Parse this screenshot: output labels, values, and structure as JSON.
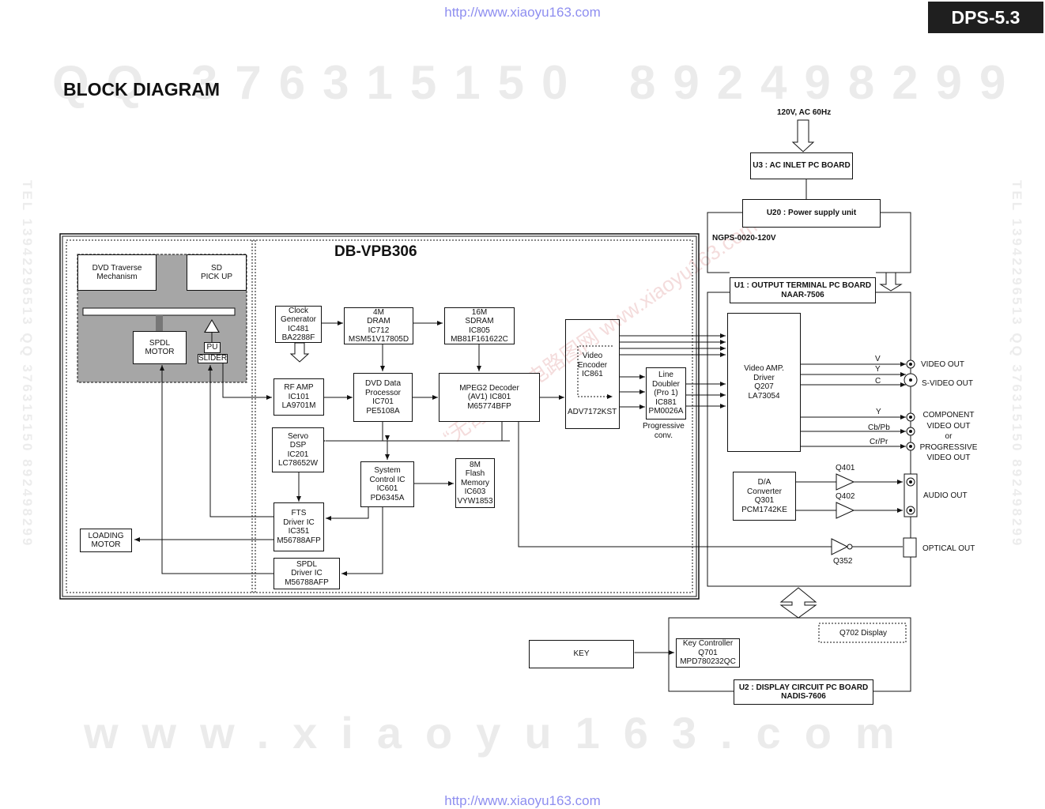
{
  "header": {
    "url_top": "http://www.xiaoyu163.com",
    "url_bottom": "http://www.xiaoyu163.com",
    "model_badge": "DPS-5.3",
    "title": "BLOCK DIAGRAM"
  },
  "watermarks": {
    "qq": "QQ 376315150",
    "num": "892498299",
    "site": "www.xiaoyu163.com",
    "tel_left": "TEL 13942296513 QQ 376315150 892498299",
    "tel_right": "TEL 13942296513 QQ 376315150 892498299",
    "diag": "“无奇不有” 电路图网  www.xiaoyu163.com"
  },
  "diagram": {
    "main_board": "DB-VPB306",
    "power_in": "120V, AC 60Hz",
    "u3": "U3 : AC INLET PC BOARD",
    "u20": "U20 : Power supply unit",
    "ngps": "NGPS-0020-120V",
    "u1": "U1 : OUTPUT TERMINAL PC BOARD\nNAAR-7506",
    "u2": "U2 : DISPLAY CIRCUIT PC BOARD\nNADIS-7606",
    "dvd_traverse": "DVD Traverse\nMechanism",
    "sd_pickup": "SD\nPICK UP",
    "spdl_motor": "SPDL\nMOTOR",
    "pu": "PU",
    "slider": "SLIDER",
    "clock": "Clock\nGenerator\nIC481\nBA2288F",
    "dram": "4M\nDRAM\nIC712\nMSM51V17805D",
    "sdram": "16M\nSDRAM\nIC805\nMB81F161622C",
    "rf_amp": "RF AMP\nIC101\nLA9701M",
    "dvd_data": "DVD Data\nProcessor\nIC701\nPE5108A",
    "mpeg2": "MPEG2 Decoder\n(AV1)  IC801\nM65774BFP",
    "video_enc": "Video\nEncoder\nIC861",
    "adv": "ADV7172KST",
    "line_doubler": "Line\nDoubler\n(Pro 1)\nIC881\nPM0026A",
    "progressive": "Progressive\nconv.",
    "servo": "Servo\nDSP\nIC201\nLC78652W",
    "system": "System\nControl IC\nIC601\nPD6345A",
    "flash": "8M\nFlash\nMemory\nIC603\nVYW1853",
    "fts": "FTS\nDriver IC\nIC351\nM56788AFP",
    "spdl_driver": "SPDL\nDriver IC\nM56788AFP",
    "loading_motor": "LOADING\nMOTOR",
    "video_amp": "Video AMP.\nDriver\nQ207\nLA73054",
    "da_conv": "D/A\nConverter\nQ301\nPCM1742KE",
    "q401": "Q401",
    "q402": "Q402",
    "q352": "Q352",
    "sig_v": "V",
    "sig_y": "Y",
    "sig_c": "C",
    "sig_y2": "Y",
    "sig_cb": "Cb/Pb",
    "sig_cr": "Cr/Pr",
    "video_out": "VIDEO OUT",
    "svideo_out": "S-VIDEO OUT",
    "component_out": "COMPONENT\nVIDEO OUT\nor\nPROGRESSIVE\nVIDEO OUT",
    "audio_out": "AUDIO OUT",
    "optical_out": "OPTICAL OUT",
    "q702": "Q702 Display",
    "key_controller": "Key Controller\nQ701\nMPD780232QC",
    "key": "KEY"
  }
}
